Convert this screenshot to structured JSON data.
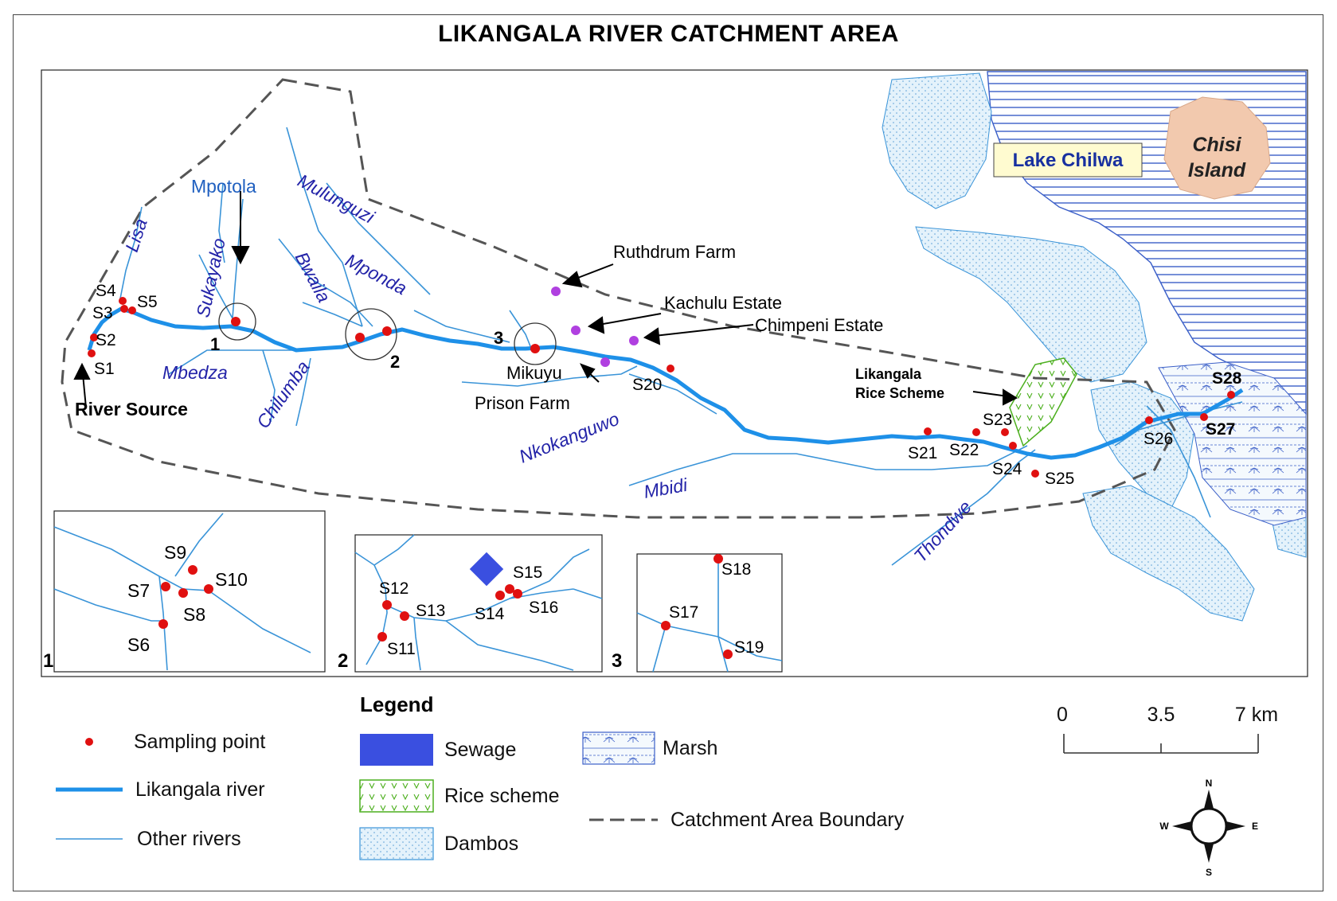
{
  "title": "LIKANGALA RIVER CATCHMENT AREA",
  "lake": {
    "name": "Lake Chilwa",
    "island_line1": "Chisi",
    "island_line2": "Island"
  },
  "labels": {
    "mpotola": "Mpotola",
    "sukayako": "Sukayako",
    "lisa": "Lisa",
    "mulunguzi": "Mulunguzi",
    "bwaila": "Bwaila",
    "mponda": "Mponda",
    "mbedza": "Mbedza",
    "chilumba": "Chilumba",
    "nkokanguwo": "Nkokanguwo",
    "mbidi": "Mbidi",
    "thondwe": "Thondwe",
    "river_source": "River Source",
    "ruthdrum": "Ruthdrum Farm",
    "kachulu": "Kachulu Estate",
    "chimpeni": "Chimpeni Estate",
    "mikuyu_line1": "Mikuyu",
    "mikuyu_line2": "Prison Farm",
    "rice_line1": "Likangala",
    "rice_line2": "Rice Scheme",
    "circle1": "1",
    "circle2": "2",
    "circle3": "3"
  },
  "sites": {
    "s1": "S1",
    "s2": "S2",
    "s3": "S3",
    "s4": "S4",
    "s5": "S5",
    "s20": "S20",
    "s21": "S21",
    "s22": "S22",
    "s23": "S23",
    "s24": "S24",
    "s25": "S25",
    "s26": "S26",
    "s27": "S27",
    "s28": "S28"
  },
  "insets": {
    "inset1": {
      "number": "1",
      "s6": "S6",
      "s7": "S7",
      "s8": "S8",
      "s9": "S9",
      "s10": "S10"
    },
    "inset2": {
      "number": "2",
      "s11": "S11",
      "s12": "S12",
      "s13": "S13",
      "s14": "S14",
      "s15": "S15",
      "s16": "S16"
    },
    "inset3": {
      "number": "3",
      "s17": "S17",
      "s18": "S18",
      "s19": "S19"
    }
  },
  "legend": {
    "title": "Legend",
    "sampling_point": "Sampling point",
    "likangala_river": "Likangala river",
    "other_rivers": "Other rivers",
    "sewage": "Sewage",
    "rice_scheme": "Rice scheme",
    "dambos": "Dambos",
    "marsh": "Marsh",
    "boundary": "Catchment Area Boundary"
  },
  "scale": {
    "t0": "0",
    "t1": "3.5",
    "t2": "7 km"
  },
  "compass": {
    "n": "N",
    "s": "S",
    "e": "E",
    "w": "W"
  },
  "colors": {
    "likangala_river": "#1e90e8",
    "other_rivers": "#3a94d8",
    "lake": "#3b5fc8",
    "sampling_point": "#e01010",
    "estate_point": "#b040e0",
    "sewage": "#3a4fe0",
    "rice": "#4caf1e",
    "island": "#f2c9ae",
    "dambo": "#dceef9"
  }
}
